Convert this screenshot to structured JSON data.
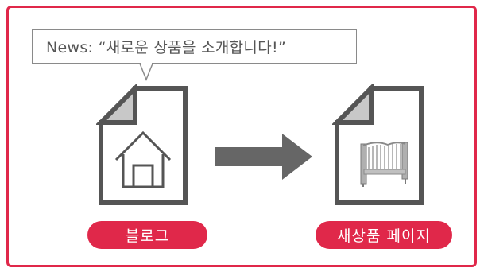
{
  "news_bubble": {
    "text": "News: “새로운 상품을 소개합니다!”"
  },
  "source": {
    "label": "블로그",
    "icon": "house-icon"
  },
  "target": {
    "label": "새상품 페이지",
    "icon": "crib-icon"
  },
  "connector": {
    "icon": "arrow-right-icon"
  },
  "colors": {
    "accent": "#e0284a",
    "icon_gray": "#555555",
    "fold_gray": "#c8c8c8",
    "arrow_gray": "#666666"
  }
}
